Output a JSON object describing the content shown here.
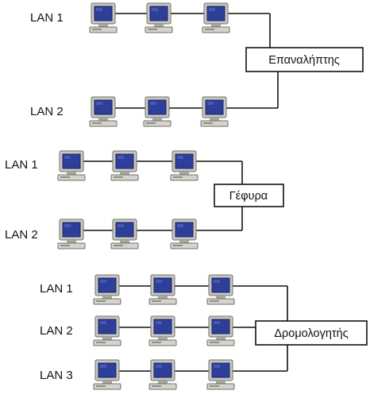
{
  "colors": {
    "screen": "#2e3f9a",
    "screen_dark": "#1a2466",
    "monitor_case": "#c8c8c0",
    "monitor_shadow": "#8e8e88",
    "line": "#111111"
  },
  "icons": {
    "workstation": "desktop-computer-icon"
  },
  "sections": [
    {
      "id": "repeater",
      "device_label": "Επαναλήπτης",
      "lans": [
        {
          "label": "LAN 1"
        },
        {
          "label": "LAN 2"
        }
      ]
    },
    {
      "id": "bridge",
      "device_label": "Γέφυρα",
      "lans": [
        {
          "label": "LAN 1"
        },
        {
          "label": "LAN 2"
        }
      ]
    },
    {
      "id": "router",
      "device_label": "Δρομολογητής",
      "lans": [
        {
          "label": "LAN 1"
        },
        {
          "label": "LAN 2"
        },
        {
          "label": "LAN 3"
        }
      ]
    }
  ]
}
